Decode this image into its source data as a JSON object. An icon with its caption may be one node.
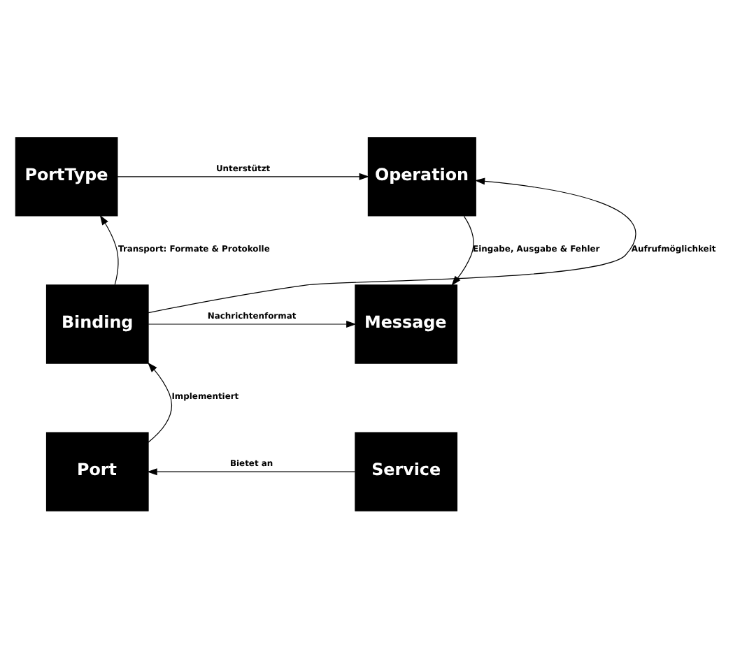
{
  "diagram": {
    "nodes": [
      {
        "text": [
          "PortType"
        ]
      },
      {
        "text": [
          "Operation"
        ]
      },
      {
        "text": [
          "Binding"
        ]
      },
      {
        "text": [
          "Message"
        ]
      },
      {
        "text": [
          "Port"
        ]
      },
      {
        "text": [
          "Service"
        ]
      }
    ],
    "edges": [
      {
        "from": 0,
        "to": 1,
        "arrow": "to",
        "label": "Unterstützt"
      },
      {
        "from": 1,
        "to": 3,
        "arrow": "to",
        "label": "Eingabe, Ausgabe & Fehler"
      },
      {
        "from": 2,
        "to": 0,
        "arrow": "to",
        "label": "Transport: Formate & Protokolle"
      },
      {
        "from": 2,
        "to": 1,
        "arrow": "to",
        "label": "Aufrufmöglichkeit"
      },
      {
        "from": 2,
        "to": 3,
        "arrow": "to",
        "label": "Nachrichtenformat"
      },
      {
        "from": 4,
        "to": 2,
        "arrow": "to",
        "label": "Implementiert"
      },
      {
        "from": 5,
        "to": 4,
        "arrow": "to",
        "label": "Bietet an"
      }
    ]
  }
}
